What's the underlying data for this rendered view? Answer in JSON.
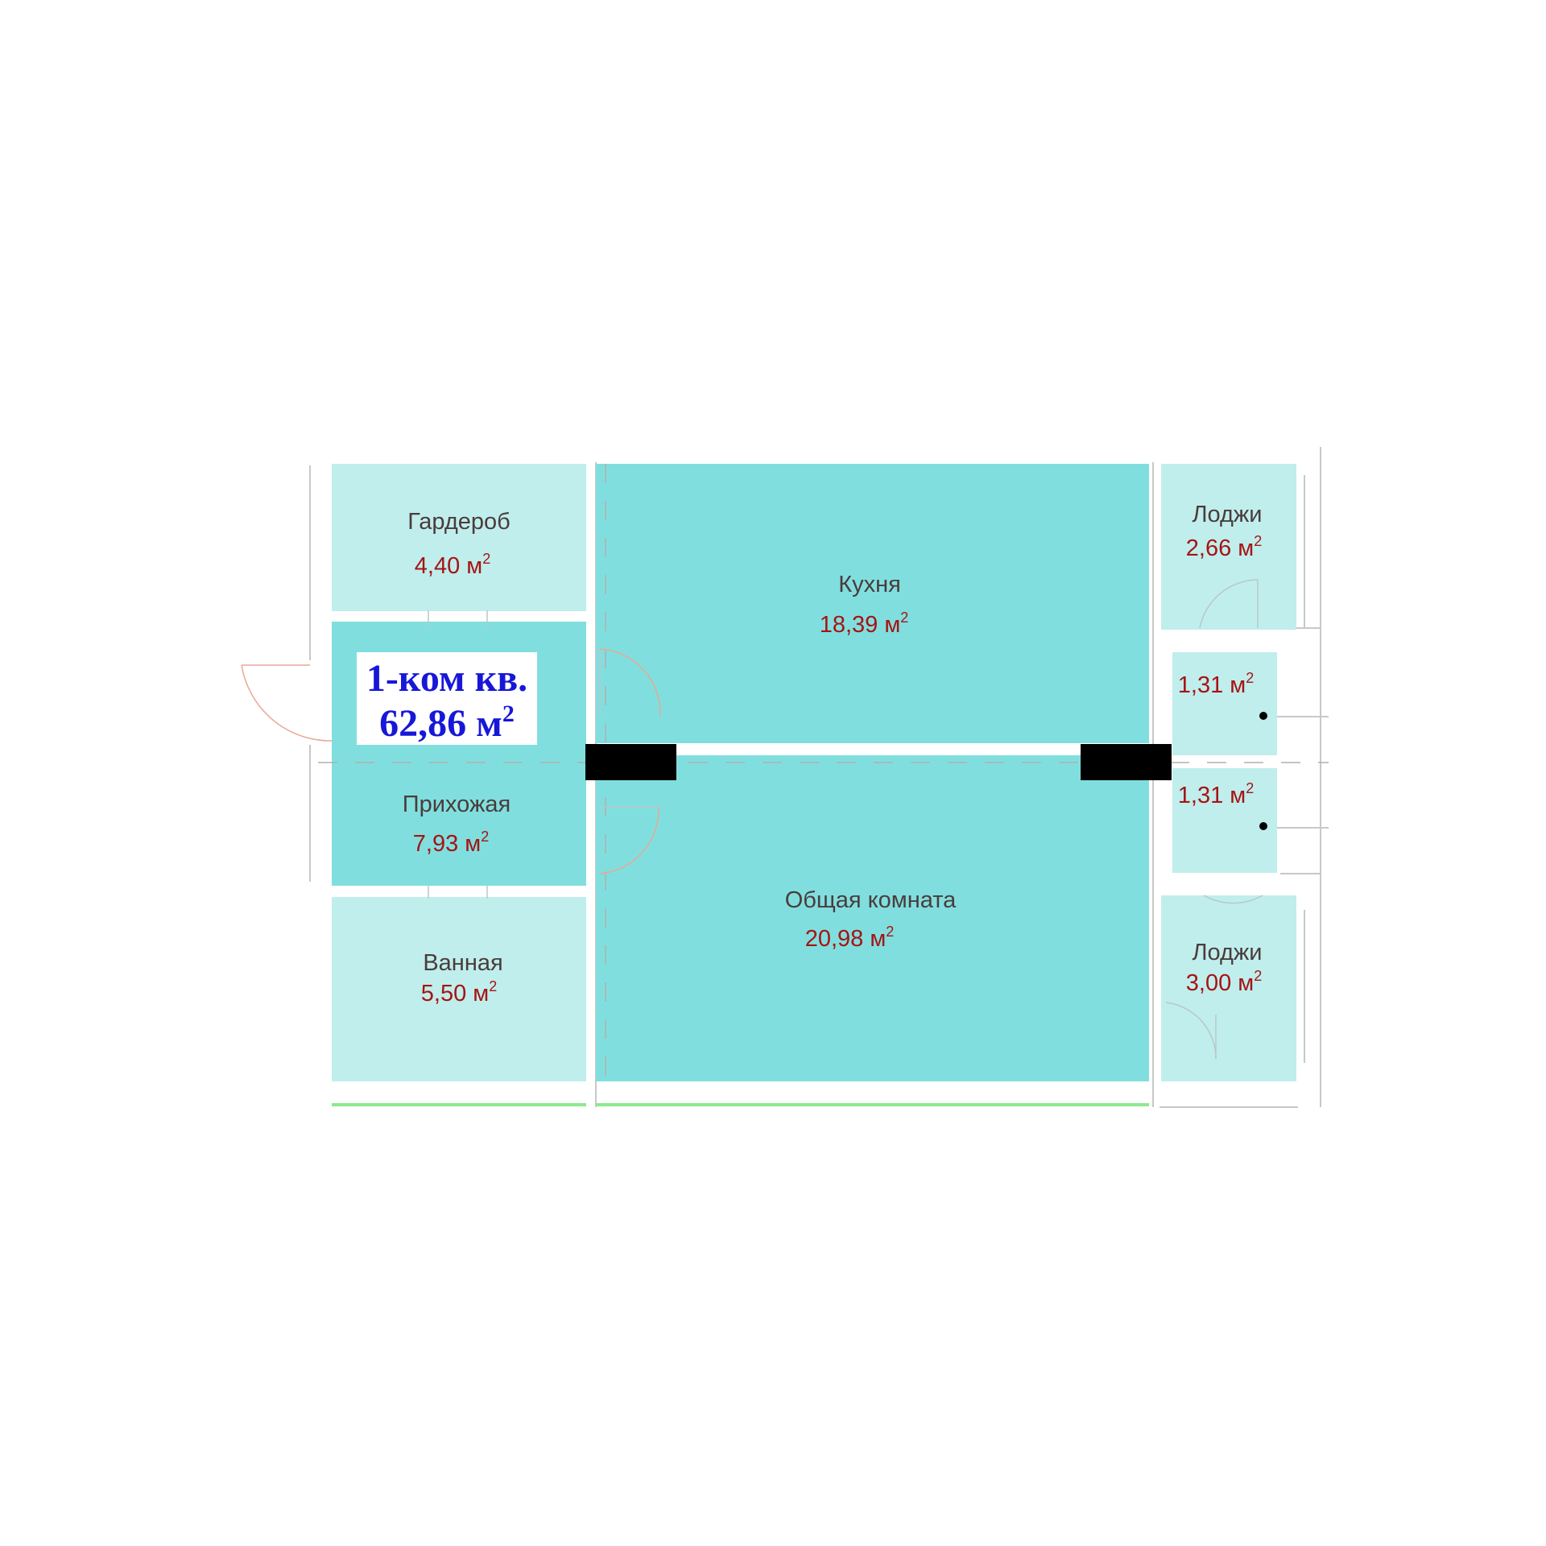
{
  "apartment": {
    "title": "1-ком кв.",
    "total_area_value": "62,86 м",
    "total_area_sup": "2"
  },
  "colors": {
    "room_light": "#c0eeec",
    "room_main": "#80dfde",
    "column": "#000000",
    "area_text": "#a51414",
    "name_text": "#4a3c3c",
    "title_text": "#1717d8",
    "window_green": "#8ee88e"
  },
  "rooms": {
    "wardrobe": {
      "name": "Гардероб",
      "area": "4,40 м",
      "sup": "2"
    },
    "kitchen": {
      "name": "Кухня",
      "area": "18,39 м",
      "sup": "2"
    },
    "loggia_top": {
      "name": "Лоджи",
      "area": "2,66 м",
      "sup": "2"
    },
    "utility_top": {
      "area": "1,31 м",
      "sup": "2"
    },
    "utility_bottom": {
      "area": "1,31 м",
      "sup": "2"
    },
    "hallway": {
      "name": "Прихожая",
      "area": "7,93 м",
      "sup": "2"
    },
    "living_room": {
      "name": "Общая комната",
      "area": "20,98 м",
      "sup": "2"
    },
    "bathroom": {
      "name": "Ванная",
      "area": "5,50 м",
      "sup": "2"
    },
    "loggia_bottom": {
      "name": "Лоджи",
      "area": "3,00 м",
      "sup": "2"
    }
  }
}
